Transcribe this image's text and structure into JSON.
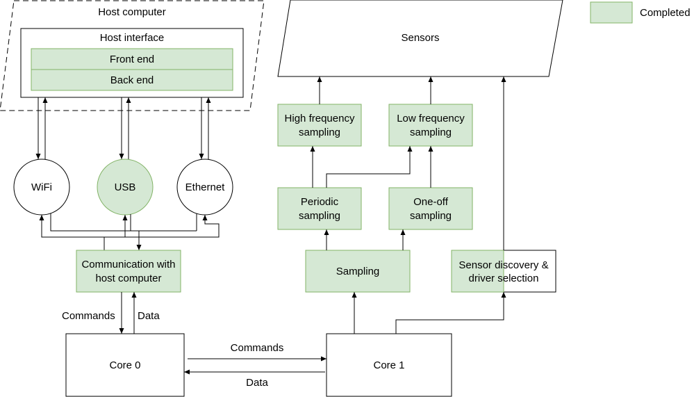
{
  "legend": {
    "label": "Completed",
    "completed_fill": "#d5e8d4",
    "completed_stroke": "#82b366"
  },
  "host_computer": {
    "title": "Host computer",
    "interface": {
      "title": "Host interface",
      "front_end": "Front end",
      "back_end": "Back end"
    }
  },
  "interfaces": {
    "wifi": "WiFi",
    "usb": "USB",
    "ethernet": "Ethernet"
  },
  "communication": {
    "line1": "Communication with",
    "line2": "host computer"
  },
  "cores": {
    "core0": "Core 0",
    "core1": "Core 1"
  },
  "links": {
    "commands_vertical": "Commands",
    "data_vertical": "Data",
    "commands_horizontal": "Commands",
    "data_horizontal": "Data"
  },
  "sensors": {
    "label": "Sensors"
  },
  "sampling": {
    "high_line1": "High frequency",
    "high_line2": "sampling",
    "low_line1": "Low frequency",
    "low_line2": "sampling",
    "periodic_line1": "Periodic",
    "periodic_line2": "sampling",
    "oneoff_line1": "One-off",
    "oneoff_line2": "sampling",
    "sampling": "Sampling"
  },
  "discovery": {
    "line1": "Sensor discovery &",
    "line2": "driver selection"
  }
}
